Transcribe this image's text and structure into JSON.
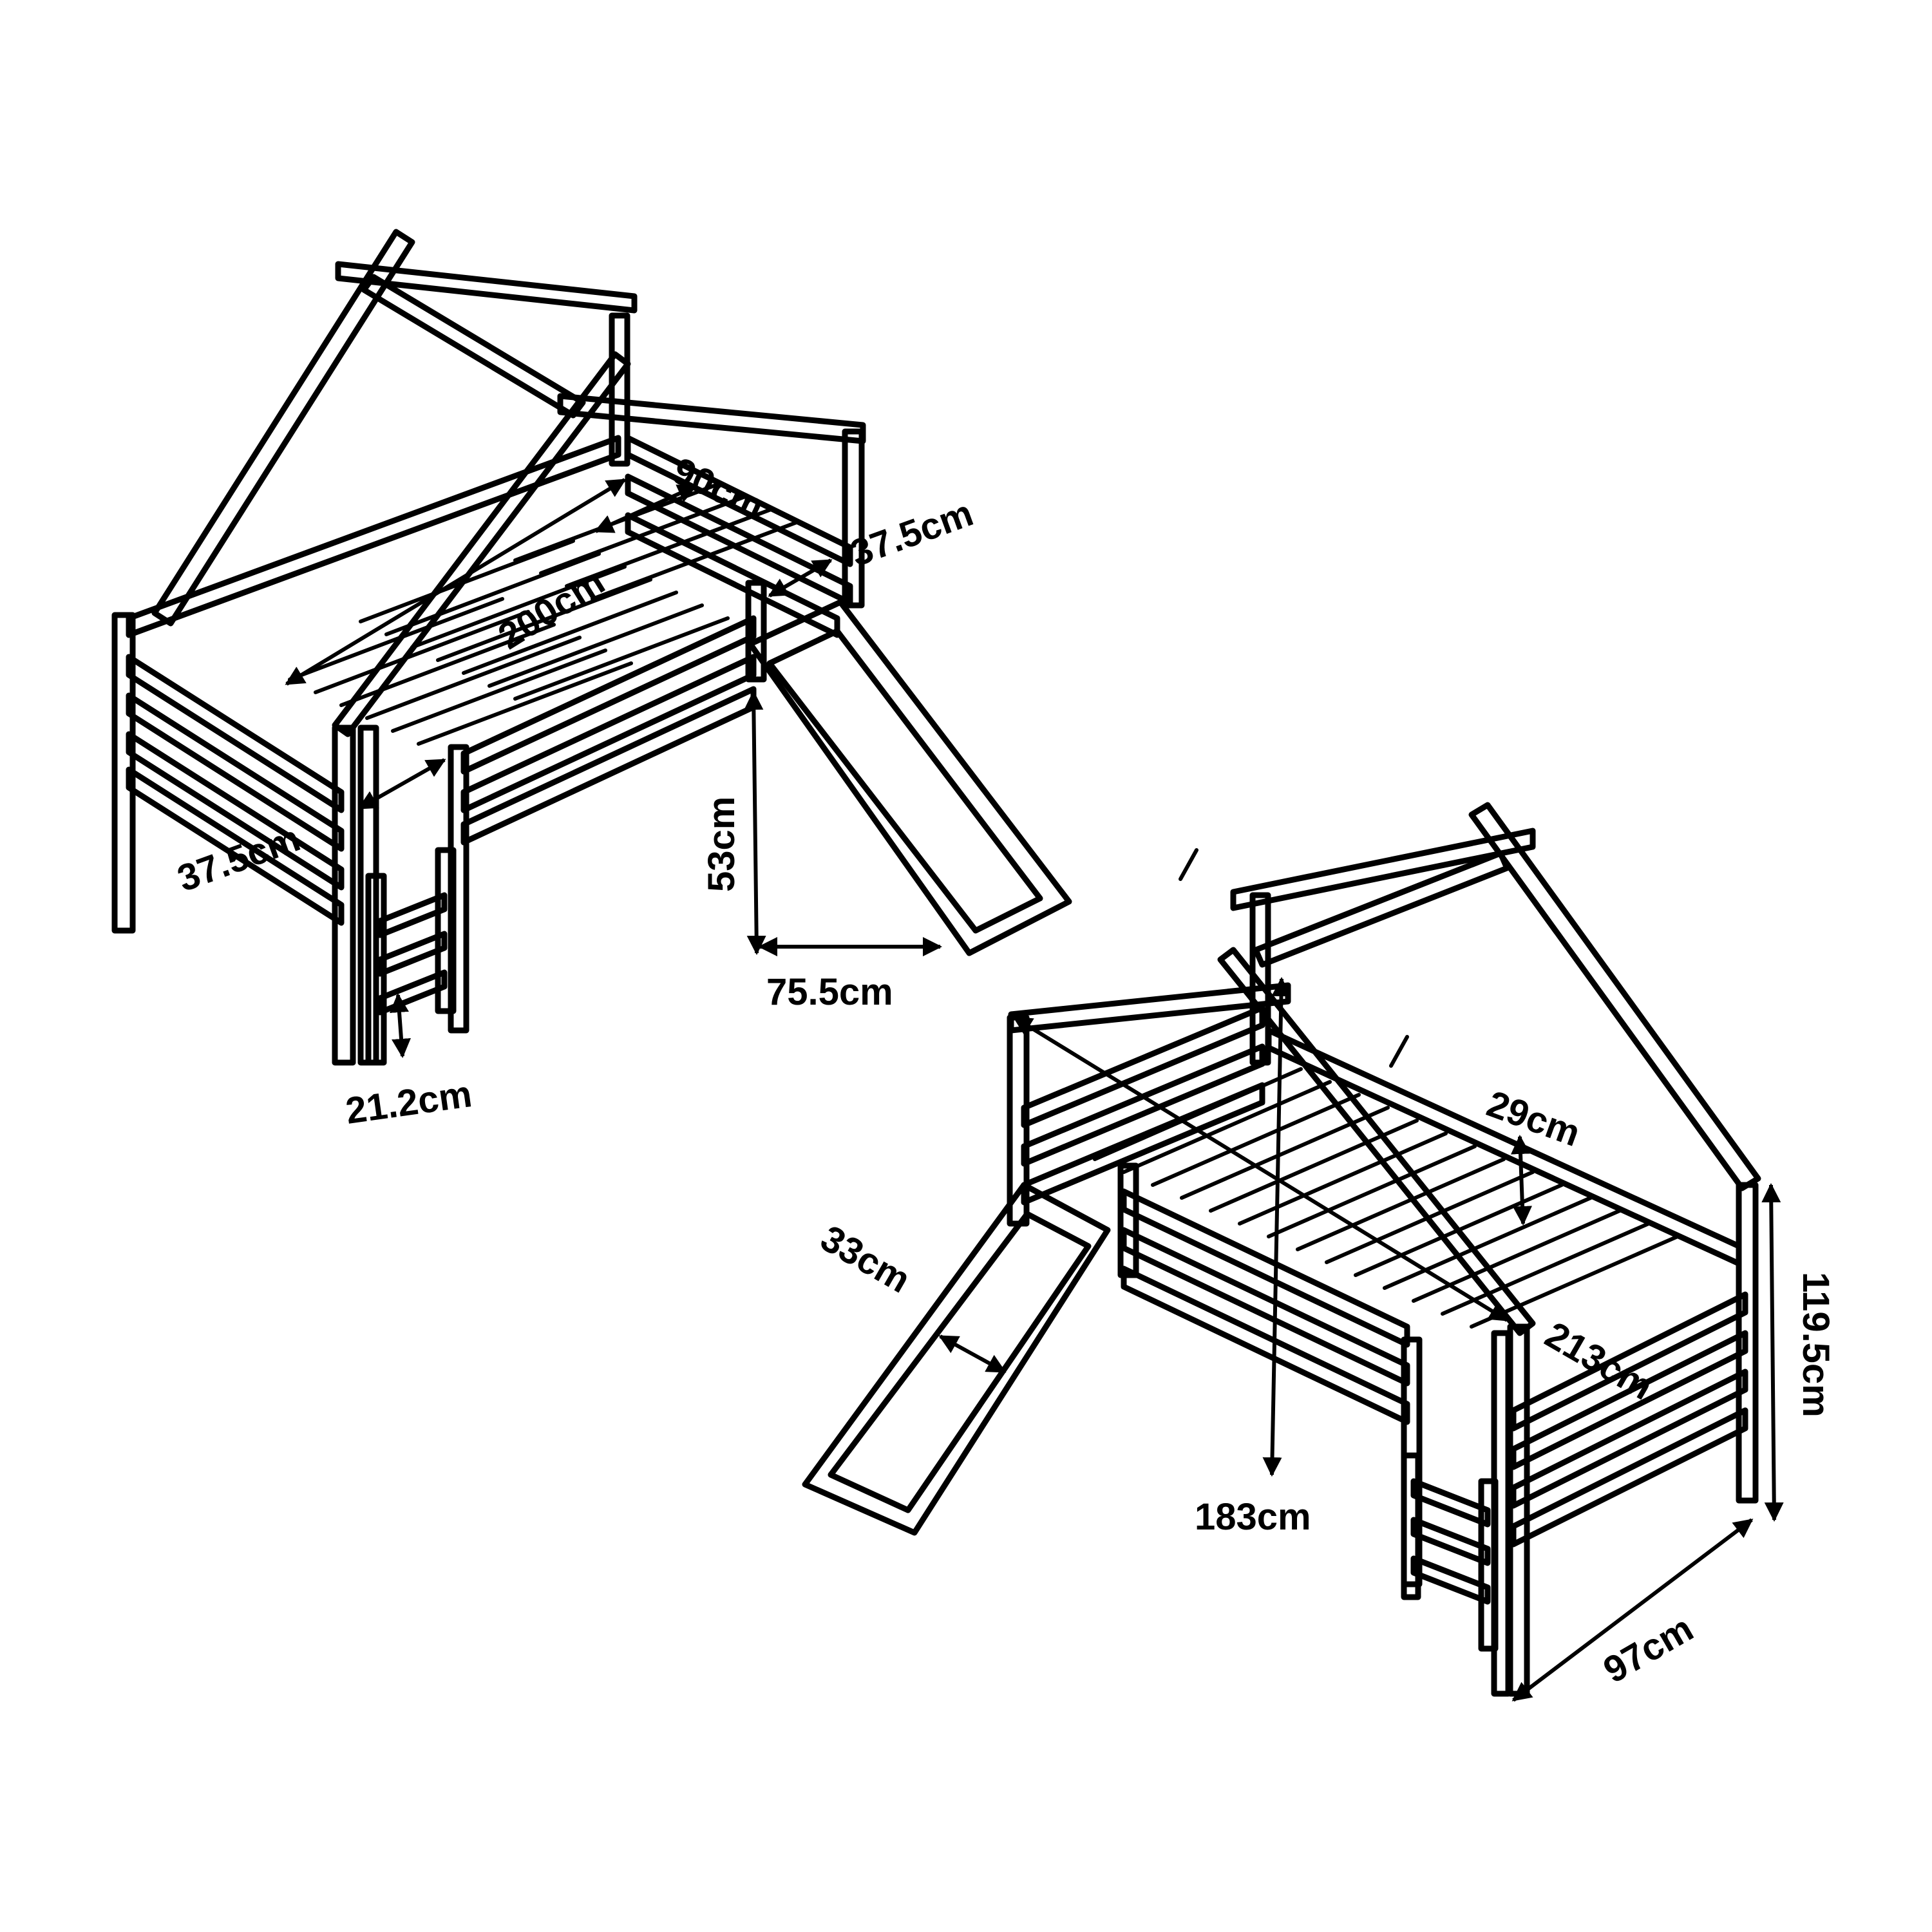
{
  "labels": {
    "d_90": "90cm",
    "d_37_5_top": "37.5cm",
    "d_200": "200cm",
    "d_37_5_left": "37.5cm",
    "d_53": "53cm",
    "d_75_5": "75.5cm",
    "d_21_2": "21.2cm",
    "d_29": "29cm",
    "d_33": "33cm",
    "d_213": "213cm",
    "d_183": "183cm",
    "d_119_5": "119.5cm",
    "d_97": "97cm"
  },
  "colors": {
    "line": "#000000",
    "background": "#ffffff"
  }
}
